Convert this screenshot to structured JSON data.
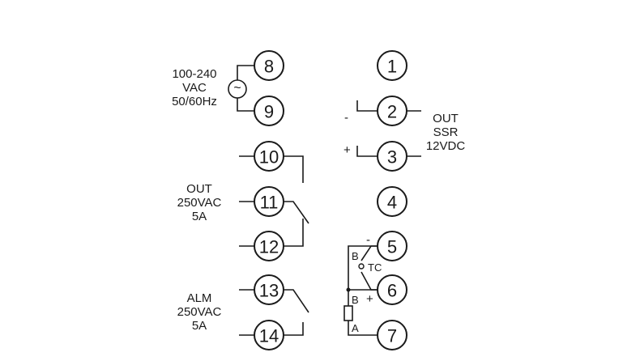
{
  "terminals": [
    "1",
    "2",
    "3",
    "4",
    "5",
    "6",
    "7",
    "8",
    "9",
    "10",
    "11",
    "12",
    "13",
    "14"
  ],
  "power_label": [
    "100-240",
    "VAC",
    "50/60Hz"
  ],
  "power_symbol": "~",
  "relay_out_label": [
    "OUT",
    "250VAC",
    "5A"
  ],
  "alarm_label": [
    "ALM",
    "250VAC",
    "5A"
  ],
  "ssr_label": [
    "OUT",
    "SSR",
    "12VDC"
  ],
  "polarity": {
    "minus": "-",
    "plus": "+"
  },
  "rtd_labels": {
    "tc": "TC",
    "b_upper": "B",
    "b_lower": "B",
    "a": "A",
    "minus": "-",
    "plus": "+"
  }
}
